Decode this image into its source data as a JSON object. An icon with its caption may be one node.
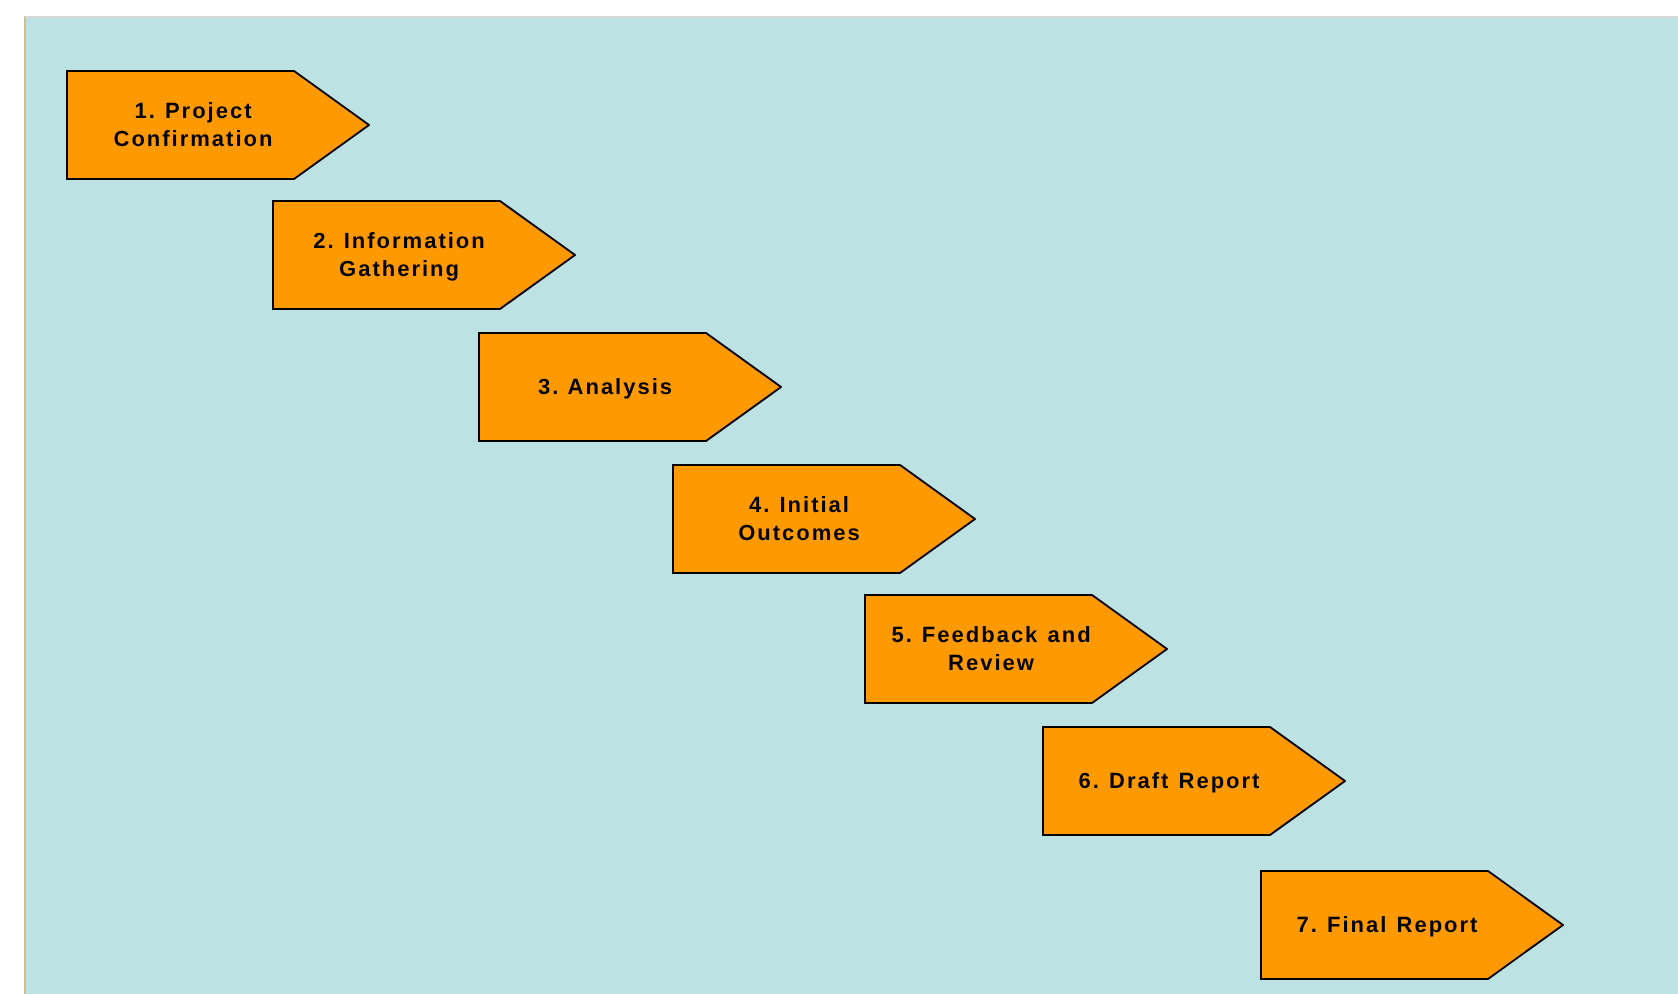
{
  "diagram": {
    "nodes": [
      {
        "text": [
          "1. Project Confirmation"
        ]
      },
      {
        "text": [
          "2. Information Gathering"
        ]
      },
      {
        "text": [
          "3. Analysis"
        ]
      },
      {
        "text": [
          "4. Initial Outcomes"
        ]
      },
      {
        "text": [
          "5. Feedback and Review"
        ]
      },
      {
        "text": [
          "6. Draft Report"
        ]
      },
      {
        "text": [
          "7. Final Report"
        ]
      }
    ],
    "edges": []
  }
}
